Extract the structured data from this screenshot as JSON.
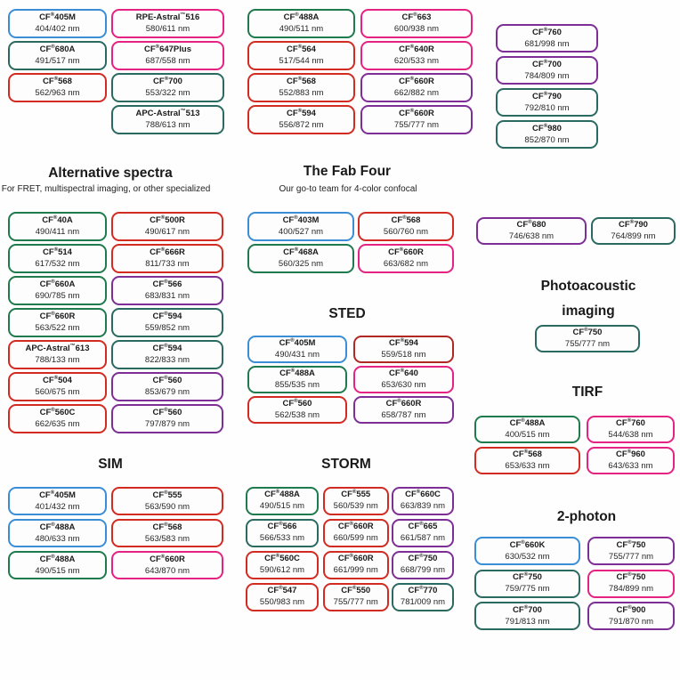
{
  "palette": {
    "blue": "#3b8ed6",
    "green": "#1f7a4d",
    "teal": "#2a6a61",
    "red": "#d22b22",
    "darkred": "#b02824",
    "pink": "#e52383",
    "purple": "#7e2f96"
  },
  "sections": {
    "top": {
      "col_a": [
        {
          "name": "CF®405M",
          "nm": "404/402 nm",
          "color": "blue"
        },
        {
          "name": "CF®680A",
          "nm": "491/517 nm",
          "color": "teal"
        },
        {
          "name": "CF®568",
          "nm": "562/963 nm",
          "color": "red"
        }
      ],
      "col_b": [
        {
          "name": "RPE-Astral™516",
          "nm": "580/611 nm",
          "color": "pink"
        },
        {
          "name": "CF®647Plus",
          "nm": "687/558 nm",
          "color": "pink"
        },
        {
          "name": "CF®700",
          "nm": "553/322 nm",
          "color": "teal"
        },
        {
          "name": "APC-Astral™513",
          "nm": "788/613 nm",
          "color": "teal"
        }
      ],
      "col_c": [
        {
          "name": "CF®488A",
          "nm": "490/511 nm",
          "color": "green"
        },
        {
          "name": "CF®564",
          "nm": "517/544 nm",
          "color": "red"
        },
        {
          "name": "CF®568",
          "nm": "552/883 nm",
          "color": "red"
        },
        {
          "name": "CF®594",
          "nm": "556/872 nm",
          "color": "red"
        }
      ],
      "col_d": [
        {
          "name": "CF®663",
          "nm": "600/938 nm",
          "color": "pink"
        },
        {
          "name": "CF®640R",
          "nm": "620/533 nm",
          "color": "pink"
        },
        {
          "name": "CF®660R",
          "nm": "662/882 nm",
          "color": "purple"
        },
        {
          "name": "CF®660R",
          "nm": "755/777 nm",
          "color": "purple"
        }
      ],
      "col_e": [
        {
          "name": "CF®760",
          "nm": "681/998 nm",
          "color": "purple"
        },
        {
          "name": "CF®700",
          "nm": "784/809 nm",
          "color": "purple"
        },
        {
          "name": "CF®790",
          "nm": "792/810 nm",
          "color": "teal"
        },
        {
          "name": "CF®980",
          "nm": "852/870 nm",
          "color": "teal"
        }
      ]
    },
    "alternative": {
      "title": "Alternative spectra",
      "subtitle": "For FRET, multispectral imaging, or other specialized",
      "col_1": [
        {
          "name": "CF®40A",
          "nm": "490/411 nm",
          "color": "green"
        },
        {
          "name": "CF®514",
          "nm": "617/532 nm",
          "color": "green"
        },
        {
          "name": "CF®660A",
          "nm": "690/785 nm",
          "color": "green"
        },
        {
          "name": "CF®660R",
          "nm": "563/522 nm",
          "color": "green"
        },
        {
          "name": "APC-Astral™613",
          "nm": "788/133 nm",
          "color": "red"
        },
        {
          "name": "CF®504",
          "nm": "560/675 nm",
          "color": "red"
        },
        {
          "name": "CF®560C",
          "nm": "662/635 nm",
          "color": "red"
        }
      ],
      "col_2": [
        {
          "name": "CF®500R",
          "nm": "490/617 nm",
          "color": "red"
        },
        {
          "name": "CF®666R",
          "nm": "811/733 nm",
          "color": "red"
        },
        {
          "name": "CF®566",
          "nm": "683/831 nm",
          "color": "purple"
        },
        {
          "name": "CF®594",
          "nm": "559/852 nm",
          "color": "teal"
        },
        {
          "name": "CF®594",
          "nm": "822/833 nm",
          "color": "teal"
        },
        {
          "name": "CF®560",
          "nm": "853/679 nm",
          "color": "purple"
        },
        {
          "name": "CF®560",
          "nm": "797/879 nm",
          "color": "purple"
        }
      ]
    },
    "fabfour": {
      "title": "The Fab Four",
      "subtitle": "Our go-to team for 4-color confocal",
      "col_1": [
        {
          "name": "CF®403M",
          "nm": "400/527 nm",
          "color": "blue"
        },
        {
          "name": "CF®468A",
          "nm": "560/325 nm",
          "color": "green"
        }
      ],
      "col_2": [
        {
          "name": "CF®568",
          "nm": "560/760 nm",
          "color": "red"
        },
        {
          "name": "CF®660R",
          "nm": "663/682 nm",
          "color": "pink"
        }
      ]
    },
    "pair": {
      "left": [
        {
          "name": "CF®680",
          "nm": "746/638 nm",
          "color": "purple"
        }
      ],
      "right": [
        {
          "name": "CF®790",
          "nm": "764/899 nm",
          "color": "teal"
        }
      ]
    },
    "photoacoustic": {
      "title_line1": "Photoacoustic",
      "title_line2": "imaging",
      "col_1": [
        {
          "name": "CF®750",
          "nm": "755/777 nm",
          "color": "teal"
        }
      ]
    },
    "sted": {
      "title": "STED",
      "col_1": [
        {
          "name": "CF®405M",
          "nm": "490/431 nm",
          "color": "blue"
        },
        {
          "name": "CF®488A",
          "nm": "855/535 nm",
          "color": "green"
        },
        {
          "name": "CF®560",
          "nm": "562/538 nm",
          "color": "red"
        }
      ],
      "col_2": [
        {
          "name": "CF®594",
          "nm": "559/518 nm",
          "color": "darkred"
        },
        {
          "name": "CF®640",
          "nm": "653/630 nm",
          "color": "pink"
        },
        {
          "name": "CF®660R",
          "nm": "658/787 nm",
          "color": "purple"
        }
      ]
    },
    "sim": {
      "title": "SIM",
      "col_1": [
        {
          "name": "CF®405M",
          "nm": "401/432 nm",
          "color": "blue"
        },
        {
          "name": "CF®488A",
          "nm": "480/633 nm",
          "color": "blue"
        },
        {
          "name": "CF®488A",
          "nm": "490/515 nm",
          "color": "green"
        }
      ],
      "col_2": [
        {
          "name": "CF®555",
          "nm": "563/590 nm",
          "color": "red"
        },
        {
          "name": "CF®568",
          "nm": "563/583 nm",
          "color": "red"
        },
        {
          "name": "CF®660R",
          "nm": "643/870 nm",
          "color": "pink"
        }
      ]
    },
    "storm": {
      "title": "STORM",
      "col_1": [
        {
          "name": "CF®488A",
          "nm": "490/515 nm",
          "color": "green"
        },
        {
          "name": "CF®566",
          "nm": "566/533 nm",
          "color": "teal"
        },
        {
          "name": "CF®560C",
          "nm": "590/612 nm",
          "color": "red"
        },
        {
          "name": "CF®547",
          "nm": "550/983 nm",
          "color": "red"
        }
      ],
      "col_2": [
        {
          "name": "CF®555",
          "nm": "560/539 nm",
          "color": "red"
        },
        {
          "name": "CF®660R",
          "nm": "660/599 nm",
          "color": "red"
        },
        {
          "name": "CF®660R",
          "nm": "661/999 nm",
          "color": "red"
        },
        {
          "name": "CF®550",
          "nm": "755/777 nm",
          "color": "red"
        }
      ],
      "col_3": [
        {
          "name": "CF®660C",
          "nm": "663/839 nm",
          "color": "purple"
        },
        {
          "name": "CF®665",
          "nm": "661/587 nm",
          "color": "purple"
        },
        {
          "name": "CF®750",
          "nm": "668/799 nm",
          "color": "purple"
        },
        {
          "name": "CF®770",
          "nm": "781/009 nm",
          "color": "teal"
        }
      ]
    },
    "tirf": {
      "title": "TIRF",
      "col_1": [
        {
          "name": "CF®488A",
          "nm": "400/515 nm",
          "color": "green"
        },
        {
          "name": "CF®568",
          "nm": "653/633 nm",
          "color": "red"
        }
      ],
      "col_2": [
        {
          "name": "CF®760",
          "nm": "544/638 nm",
          "color": "pink"
        },
        {
          "name": "CF®960",
          "nm": "643/633 nm",
          "color": "pink"
        }
      ]
    },
    "twophoton": {
      "title": "2-photon",
      "col_1": [
        {
          "name": "CF®660K",
          "nm": "630/532 nm",
          "color": "blue"
        },
        {
          "name": "CF®750",
          "nm": "759/775 nm",
          "color": "teal"
        },
        {
          "name": "CF®700",
          "nm": "791/813 nm",
          "color": "teal"
        }
      ],
      "col_2": [
        {
          "name": "CF®750",
          "nm": "755/777 nm",
          "color": "purple"
        },
        {
          "name": "CF®750",
          "nm": "784/899 nm",
          "color": "pink"
        },
        {
          "name": "CF®900",
          "nm": "791/870 nm",
          "color": "purple"
        }
      ]
    }
  }
}
